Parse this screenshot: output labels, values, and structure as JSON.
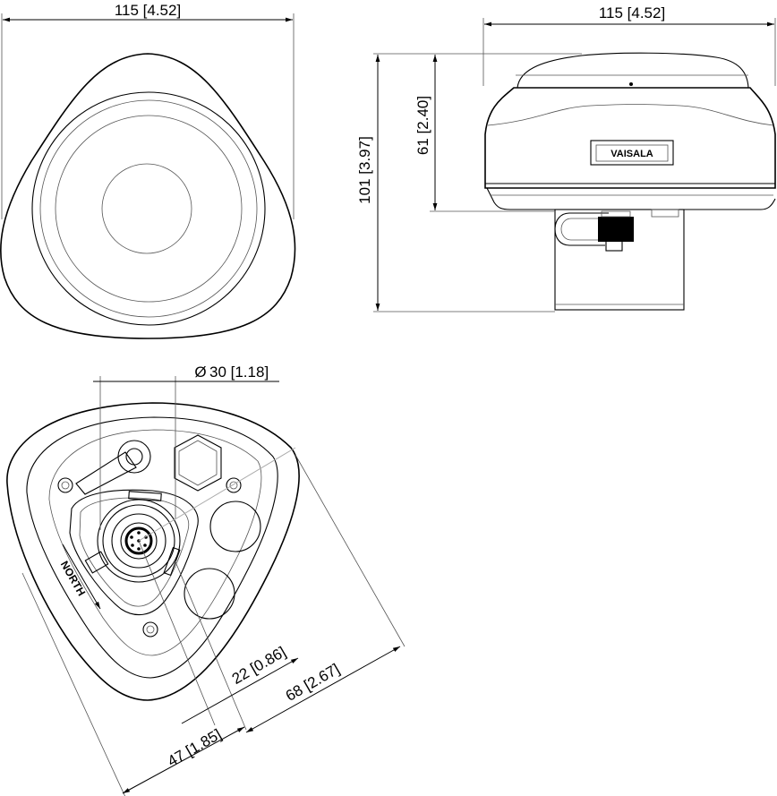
{
  "top_view": {
    "width_label": "115 [4.52]"
  },
  "side_view": {
    "width_label": "115 [4.52]",
    "height_total_label": "101 [3.97]",
    "height_body_label": "61 [2.40]",
    "brand_label": "VAISALA"
  },
  "bottom_view": {
    "diameter_symbol": "Ø",
    "diameter_label": "30 [1.18]",
    "north_label": "NORTH",
    "dim_22_label": "22 [0.86]",
    "dim_68_label": "68 [2.67]",
    "dim_47_label": "47 [1.85]"
  }
}
